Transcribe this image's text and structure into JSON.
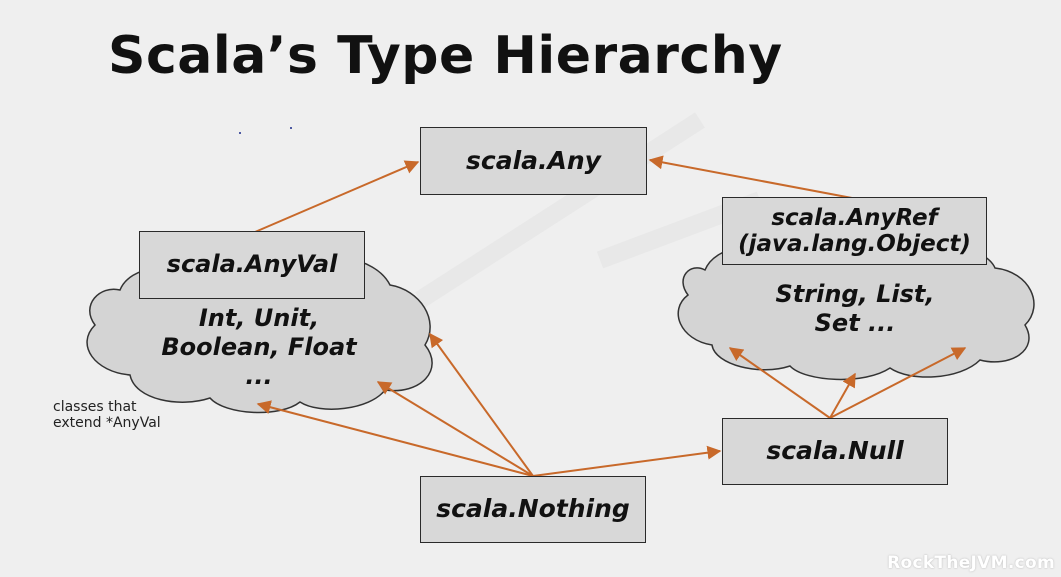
{
  "title": "Scala’s Type Hierarchy",
  "nodes": {
    "any": "scala.Any",
    "anyval": "scala.AnyVal",
    "anyref_line1": "scala.AnyRef",
    "anyref_line2": "(java.lang.Object)",
    "null": "scala.Null",
    "nothing": "scala.Nothing"
  },
  "clouds": {
    "anyval_line1": "Int, Unit,",
    "anyval_line2": "Boolean, Float",
    "anyval_line3": "...",
    "anyref_line1": "String, List,",
    "anyref_line2": "Set ..."
  },
  "note": {
    "line1": "classes that",
    "line2": "extend *AnyVal"
  },
  "watermark": "RockTheJVM.com",
  "colors": {
    "arrow": "#c8692a",
    "box_fill": "#d8d8d8",
    "cloud_fill": "#d4d4d4",
    "background": "#efefef"
  }
}
